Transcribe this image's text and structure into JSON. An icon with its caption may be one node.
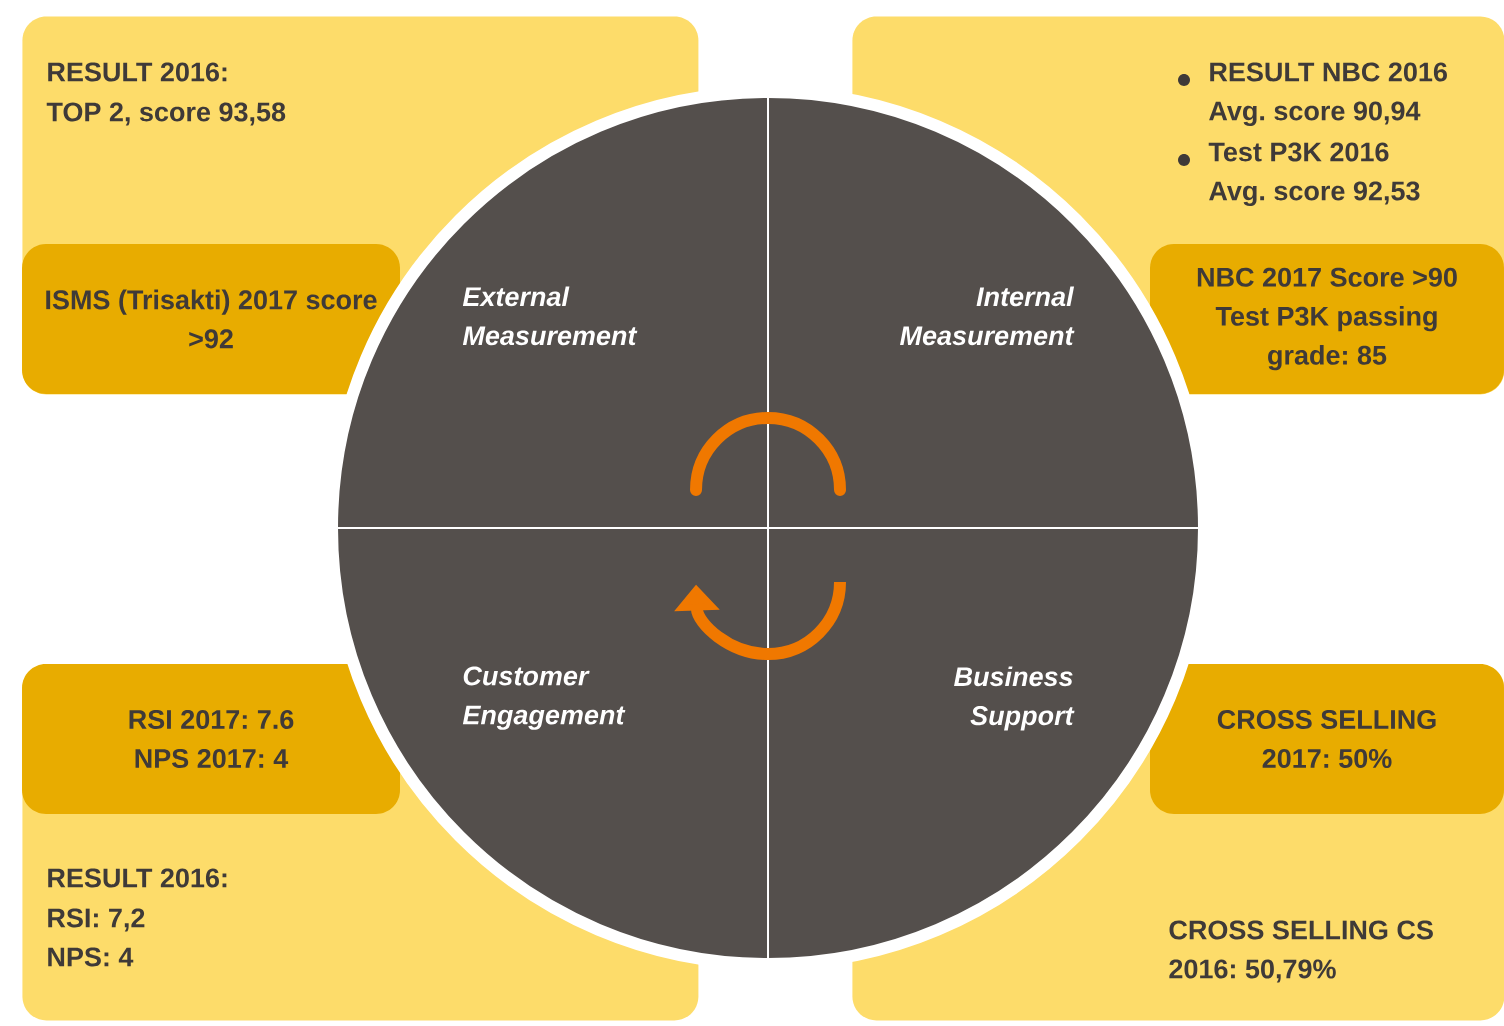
{
  "diagram": {
    "nodes": [
      {
        "text": [
          "RESULT 2016:",
          "TOP 2, score 93,58"
        ]
      },
      {
        "text": [
          "ISMS (Trisakti) 2017 score >92"
        ],
        "in": 0
      },
      {
        "text": [
          "RESULT NBC 2016 Avg. score 90,94",
          "Test P3K 2016 Avg. score 92,53"
        ]
      },
      {
        "text": [
          "NBC 2017 Score >90 Test P3K passing grade: 85"
        ],
        "in": 2
      },
      {
        "text": [],
        "shape": "circle"
      },
      {
        "text": [
          "External Measurement"
        ]
      },
      {
        "text": [
          "Internal Measurement"
        ]
      },
      {
        "text": [
          "Customer Engagement"
        ]
      },
      {
        "text": [
          "Business Support"
        ]
      },
      {
        "text": [
          "RESULT 2016:",
          "RSI: 7,2 NPS: 4"
        ]
      },
      {
        "text": [
          "RSI 2017: 7.6 NPS 2017: 4"
        ],
        "in": 9
      },
      {
        "text": [
          "CROSS SELLING CS 2016: 50,79%"
        ]
      },
      {
        "text": [
          "CROSS SELLING 2017: 50%"
        ],
        "in": 11
      }
    ]
  }
}
